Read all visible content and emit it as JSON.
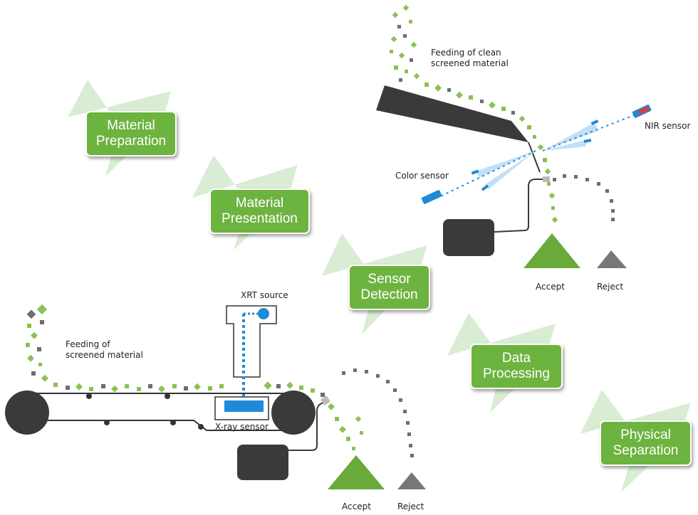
{
  "steps": [
    {
      "line1": "Material",
      "line2": "Preparation"
    },
    {
      "line1": "Material",
      "line2": "Presentation"
    },
    {
      "line1": "Sensor",
      "line2": "Detection"
    },
    {
      "line1": "Data",
      "line2": "Processing"
    },
    {
      "line1": "Physical",
      "line2": "Separation"
    }
  ],
  "optical_sorter": {
    "feed_line1": "Feeding of clean",
    "feed_line2": "screened material",
    "nir_sensor": "NIR sensor",
    "color_sensor": "Color sensor",
    "accept": "Accept",
    "reject": "Reject"
  },
  "xrt_sorter": {
    "xrt_source": "XRT source",
    "xray_sensor": "X-ray sensor",
    "feed_line1": "Feeding of",
    "feed_line2": "screened material",
    "accept": "Accept",
    "reject": "Reject"
  },
  "colors": {
    "step_green": "#6db33f",
    "pale_arrow": "#d8edd3",
    "particle_green": "#8cc152",
    "particle_grey": "#6e6e6e",
    "machine_dark": "#3a3a3a",
    "sensor_blue": "#1f8ad8",
    "accept_pile": "#6aaa3a",
    "reject_pile": "#777777"
  }
}
